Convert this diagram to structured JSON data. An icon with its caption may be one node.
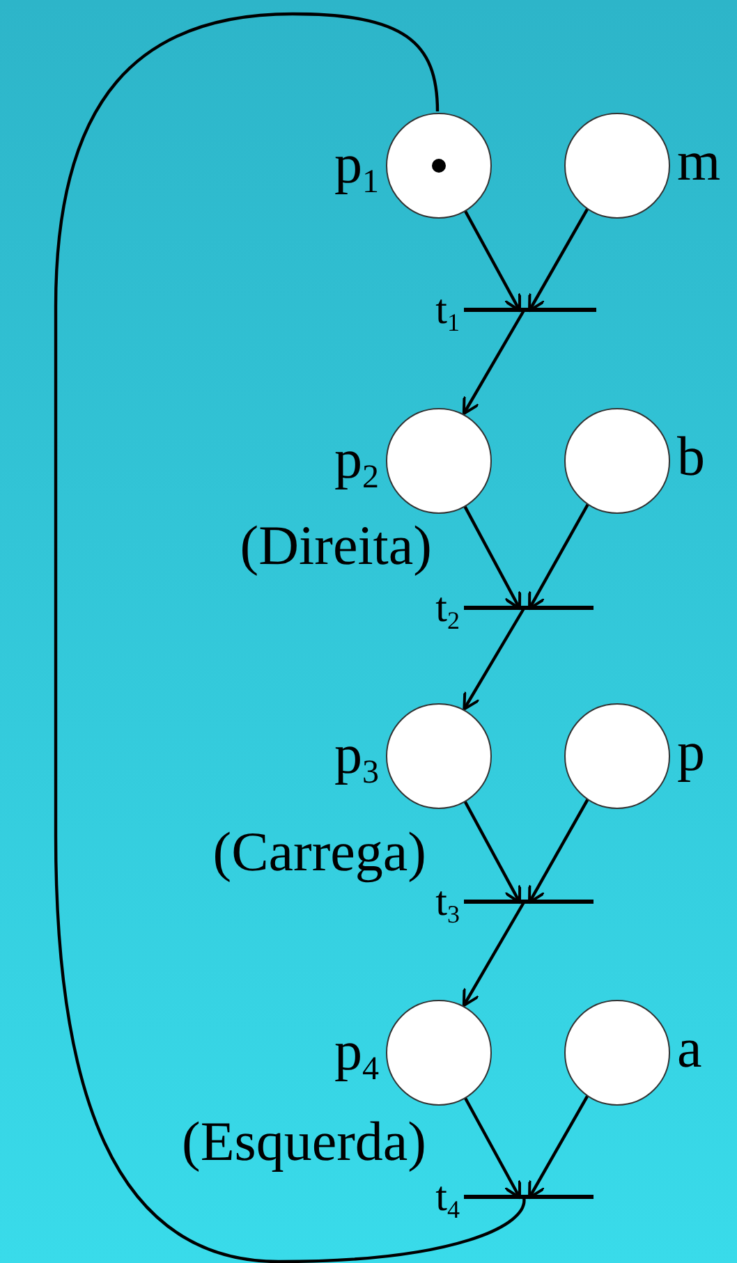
{
  "diagram": {
    "nodes": [
      {
        "text": [],
        "shape": "circle",
        "beside": [
          "p$_{1}$"
        ]
      },
      {
        "text": [],
        "shape": "circle",
        "beside": [
          "m"
        ]
      },
      {
        "text": [],
        "shape": "bar",
        "beside": [
          "t$_{1}$"
        ]
      },
      {
        "text": [],
        "shape": "circle",
        "beside": [
          "p$_{2}$",
          "(Direita)"
        ]
      },
      {
        "text": [],
        "shape": "circle",
        "beside": [
          "b"
        ]
      },
      {
        "text": [],
        "shape": "bar",
        "beside": [
          "t$_{2}$"
        ]
      },
      {
        "text": [],
        "shape": "circle",
        "beside": [
          "p$_{3}$",
          "(Carrega)"
        ]
      },
      {
        "text": [],
        "shape": "circle",
        "beside": [
          "p"
        ]
      },
      {
        "text": [],
        "shape": "bar",
        "beside": [
          "t$_{3}$"
        ]
      },
      {
        "text": [],
        "shape": "circle",
        "beside": [
          "p$_{4}$",
          "(Esquerda)"
        ]
      },
      {
        "text": [],
        "shape": "circle",
        "beside": [
          "a"
        ]
      },
      {
        "text": [],
        "shape": "bar",
        "beside": [
          "t$_{4}$"
        ]
      }
    ],
    "edges": [
      {
        "from": 0,
        "to": 2,
        "arrow": "to"
      },
      {
        "from": 1,
        "to": 2,
        "arrow": "to"
      },
      {
        "from": 2,
        "to": 3,
        "arrow": "to"
      },
      {
        "from": 3,
        "to": 5,
        "arrow": "to"
      },
      {
        "from": 4,
        "to": 5,
        "arrow": "to"
      },
      {
        "from": 5,
        "to": 6,
        "arrow": "to"
      },
      {
        "from": 6,
        "to": 8,
        "arrow": "to"
      },
      {
        "from": 7,
        "to": 8,
        "arrow": "to"
      },
      {
        "from": 8,
        "to": 9,
        "arrow": "to"
      },
      {
        "from": 9,
        "to": 11,
        "arrow": "to"
      },
      {
        "from": 10,
        "to": 11,
        "arrow": "to"
      },
      {
        "from": 11,
        "to": 0,
        "arrow": "none"
      }
    ]
  }
}
